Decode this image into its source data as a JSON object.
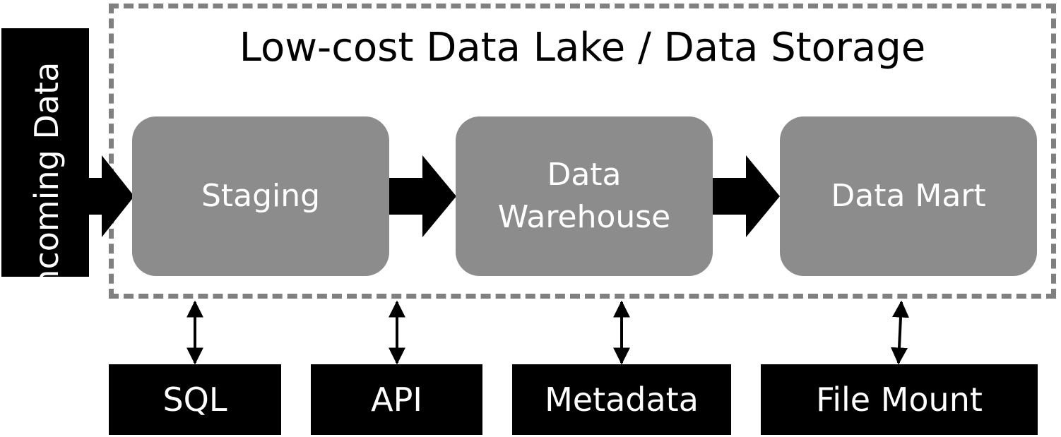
{
  "title": "Low-cost Data Lake / Data Storage",
  "incoming": "Incoming Data",
  "stages": [
    {
      "label": "Staging"
    },
    {
      "label": "Data\nWarehouse"
    },
    {
      "label": "Data Mart"
    }
  ],
  "access_points": [
    {
      "label": "SQL"
    },
    {
      "label": "API"
    },
    {
      "label": "Metadata"
    },
    {
      "label": "File Mount"
    }
  ],
  "colors": {
    "stage_fill": "#8c8c8c",
    "container_border": "#808080",
    "dark": "#000000"
  }
}
